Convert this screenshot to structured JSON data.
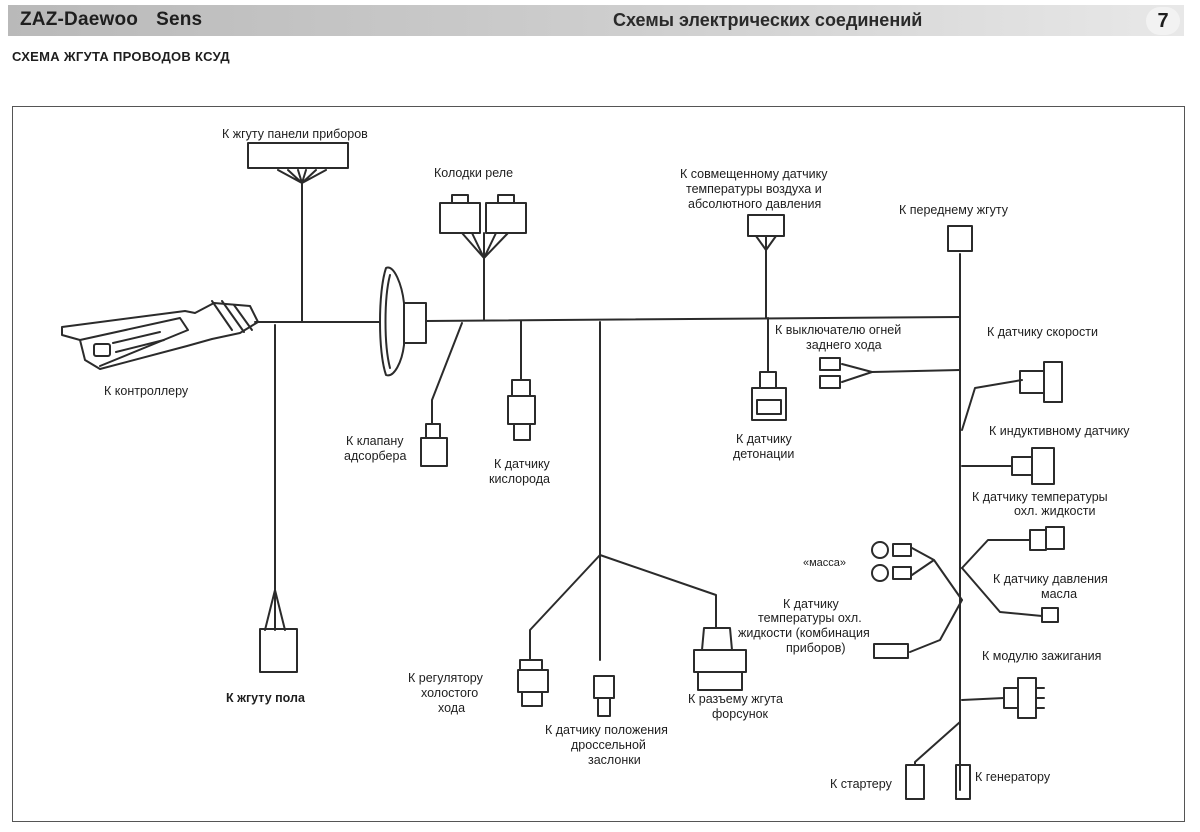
{
  "header": {
    "brand": "ZAZ-Daewoo",
    "model": "Sens",
    "section_title": "Схемы электрических соединений",
    "page_number": "7"
  },
  "subtitle": "СХЕМА ЖГУТА ПРОВОДОВ КСУД",
  "labels": {
    "instrument_panel_harness": "К жгуту панели приборов",
    "relay_blocks": "Колодки реле",
    "air_temp_pressure_1": "К совмещенному датчику",
    "air_temp_pressure_2": "температуры воздуха и",
    "air_temp_pressure_3": "абсолютного давления",
    "front_harness": "К переднему жгуту",
    "controller": "К контроллеру",
    "reverse_switch_1": "К выключателю огней",
    "reverse_switch_2": "заднего хода",
    "speed_sensor": "К датчику скорости",
    "adsorber_valve_1": "К клапану",
    "adsorber_valve_2": "адсорбера",
    "oxygen_sensor_1": "К датчику",
    "oxygen_sensor_2": "кислорода",
    "knock_sensor_1": "К датчику",
    "knock_sensor_2": "детонации",
    "inductive_sensor": "К индуктивному датчику",
    "coolant_temp_1": "К датчику температуры",
    "coolant_temp_2": "охл. жидкости",
    "ground": "«масса»",
    "oil_pressure_1": "К датчику давления",
    "oil_pressure_2": "масла",
    "coolant_temp_gauge_1": "К датчику",
    "coolant_temp_gauge_2": "температуры охл.",
    "coolant_temp_gauge_3": "жидкости (комбинация",
    "coolant_temp_gauge_4": "приборов)",
    "ignition_module": "К модулю зажигания",
    "idle_regulator_1": "К регулятору",
    "idle_regulator_2": "холостого",
    "idle_regulator_3": "хода",
    "throttle_position_1": "К датчику положения",
    "throttle_position_2": "дроссельной",
    "throttle_position_3": "заслонки",
    "injector_harness_1": "К разъему жгута",
    "injector_harness_2": "форсунок",
    "floor_harness": "К жгуту пола",
    "starter": "К стартеру",
    "generator": "К генератору"
  },
  "colors": {
    "line": "#2b2b2b",
    "header_bg": "#c4c4c4"
  }
}
